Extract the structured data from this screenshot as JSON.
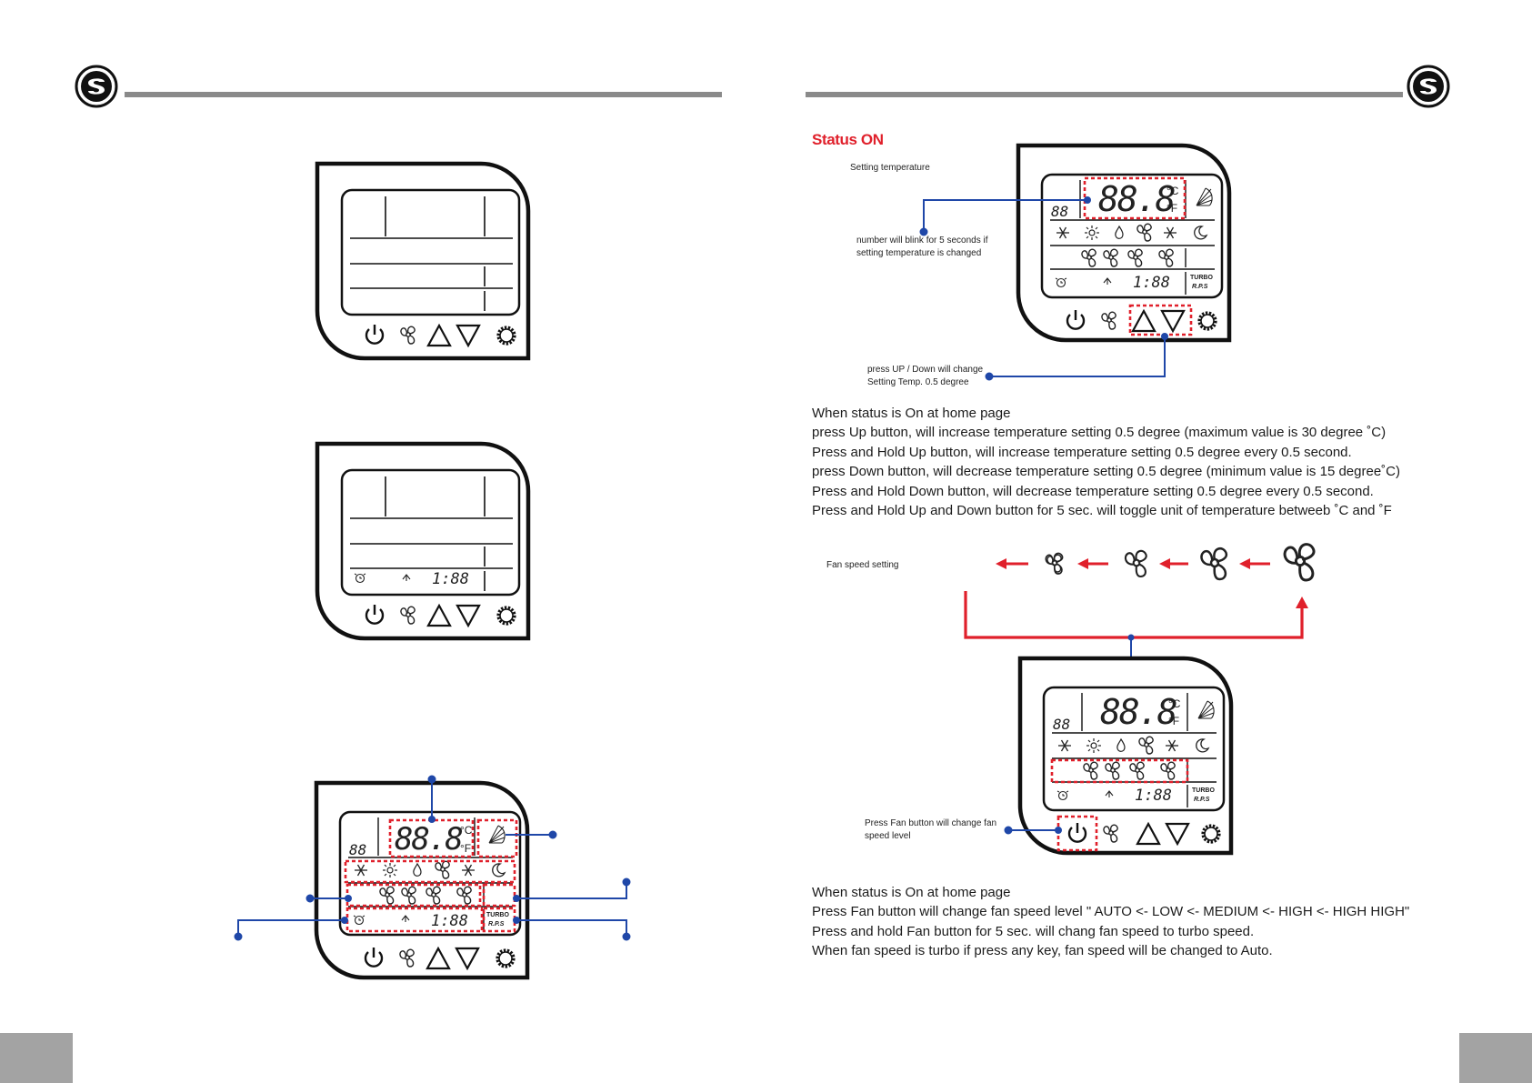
{
  "status_title": "Status ON",
  "callouts": {
    "setting_temperature": "Setting temperature",
    "blink_note": [
      "number will blink for 5 seconds if",
      "setting temperature is  changed"
    ],
    "updown_note": [
      "press UP / Down will change",
      "Setting Temp. 0.5 degree"
    ],
    "fan_speed_setting": "Fan speed setting",
    "fan_button_note": [
      "Press Fan button will change fan",
      "speed level"
    ]
  },
  "instructions_temp": [
    "When status is On at home page",
    "press Up button, will increase temperature setting 0.5 degree (maximum value is 30 degree ˚C)",
    "Press and Hold Up button, will increase temperature setting  0.5 degree every 0.5 second.",
    "press Down button, will decrease temperature setting 0.5 degree (minimum value is 15 degree˚C)",
    "Press and Hold Down button, will decrease temperature setting  0.5 degree every 0.5 second.",
    "Press and Hold Up and Down button for 5 sec. will toggle unit of temperature betweeb ˚C and ˚F"
  ],
  "instructions_fan": [
    "When status is On at home page",
    "Press Fan button will change fan speed level \" AUTO <- LOW <- MEDIUM <- HIGH <- HIGH HIGH\"",
    "Press and hold Fan button for 5 sec. will chang fan speed to turbo speed.",
    "When fan speed is turbo if press any key, fan speed will be changed to Auto."
  ],
  "lcd": {
    "temp_digits": "88.8",
    "unit_c": "°C",
    "unit_f": "°F",
    "clock_digits": "1:88",
    "small_digits": "88",
    "turbo_label": "TURBO",
    "rps_label": "R.P.S"
  },
  "icons": [
    "logo-icon",
    "power-icon",
    "fan-icon",
    "up-arrow-icon",
    "down-arrow-icon",
    "gear-icon"
  ],
  "colors": {
    "callout_line": "#1f47a8",
    "highlight": "#e0202b",
    "arrow": "#e0202b",
    "header_bar": "#888888",
    "page_tab": "#999999"
  }
}
